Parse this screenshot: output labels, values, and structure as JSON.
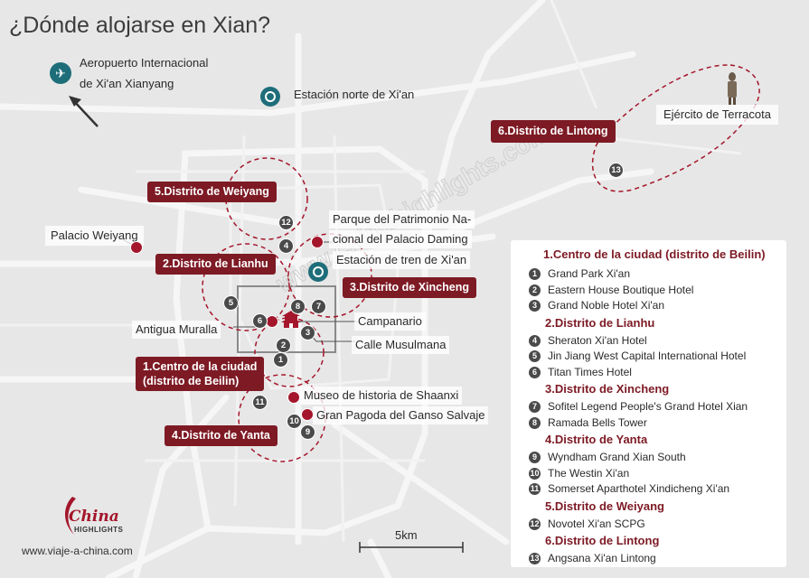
{
  "title": "¿Dónde alojarse en Xian?",
  "colors": {
    "brand": "#7d1a24",
    "marker": "#a4162b",
    "number_badge": "#4a4a4a",
    "background": "#e7e7e7",
    "road": "#f6f6f6"
  },
  "landmarks": {
    "airport": "Aeropuerto Internacional de Xi'an Xianyang",
    "airport_line1": "Aeropuerto Internacional",
    "airport_line2": "de Xi'an Xianyang",
    "north_station": "Estación norte de Xi'an",
    "terracotta": "Ejército de Terracota",
    "weiyang_palace": "Palacio Weiyang",
    "daming_line1": "Parque del Patrimonio Na-",
    "daming_line2": "cional del Palacio Daming",
    "railway_station": "Estación de tren de Xi'an",
    "bell_tower": "Campanario",
    "muslim_street": "Calle Musulmana",
    "city_wall": "Antigua Muralla",
    "shaanxi_museum": "Museo de historia de Shaanxi",
    "wild_goose": "Gran Pagoda del Ganso Salvaje"
  },
  "districts": {
    "beilin_line1": "1.Centro de la ciudad",
    "beilin_line2": "(distrito de Beilin)",
    "lianhu": "2.Distrito de Lianhu",
    "xincheng": "3.Distrito de Xincheng",
    "yanta": "4.Distrito de Yanta",
    "weiyang": "5.Distrito de Weiyang",
    "lintong": "6.Distrito de Lintong"
  },
  "hotel_numbers": [
    "1",
    "2",
    "3",
    "4",
    "5",
    "6",
    "7",
    "8",
    "9",
    "10",
    "11",
    "12",
    "13"
  ],
  "legend": {
    "groups": [
      {
        "heading": "1.Centro de la ciudad (distrito de Beilin)",
        "items": [
          {
            "n": "1",
            "name": "Grand Park Xi'an"
          },
          {
            "n": "2",
            "name": "Eastern House Boutique Hotel"
          },
          {
            "n": "3",
            "name": "Grand Noble Hotel Xi'an"
          }
        ]
      },
      {
        "heading": "2.Distrito de Lianhu",
        "items": [
          {
            "n": "4",
            "name": "Sheraton Xi'an Hotel"
          },
          {
            "n": "5",
            "name": "Jin Jiang West Capital International Hotel"
          },
          {
            "n": "6",
            "name": "Titan Times Hotel"
          }
        ]
      },
      {
        "heading": "3.Distrito de Xincheng",
        "items": [
          {
            "n": "7",
            "name": "Sofitel Legend People's Grand Hotel Xian"
          },
          {
            "n": "8",
            "name": "Ramada Bells Tower"
          }
        ]
      },
      {
        "heading": "4.Distrito de Yanta",
        "items": [
          {
            "n": "9",
            "name": "Wyndham Grand Xian South"
          },
          {
            "n": "10",
            "name": "The Westin Xi'an"
          },
          {
            "n": "11",
            "name": "Somerset Aparthotel Xindicheng Xi'an"
          }
        ]
      },
      {
        "heading": "5.Distrito de Weiyang",
        "items": [
          {
            "n": "12",
            "name": "Novotel Xi'an SCPG"
          }
        ]
      },
      {
        "heading": "6.Distrito de Lintong",
        "items": [
          {
            "n": "13",
            "name": "Angsana Xi'an Lintong"
          }
        ]
      }
    ]
  },
  "scale": "5km",
  "watermark": "www.chinahighlights.com",
  "logo_text_1": "China",
  "logo_text_2": "HIGHLIGHTS",
  "footer_url": "www.viaje-a-china.com"
}
